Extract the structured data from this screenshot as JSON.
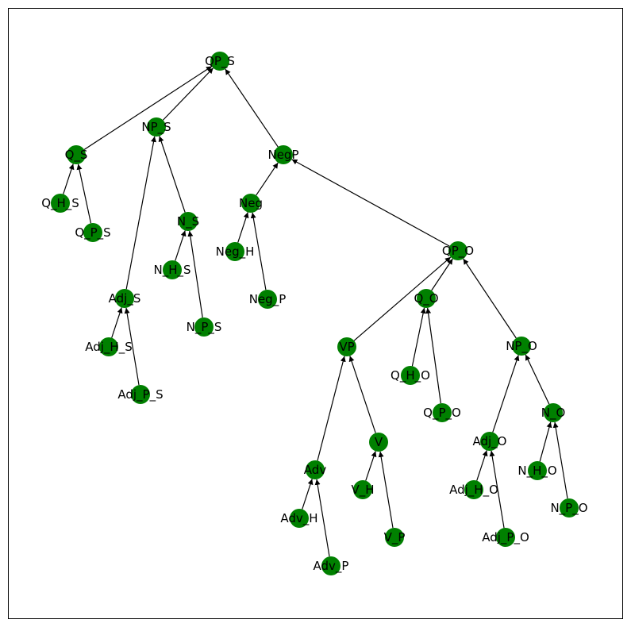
{
  "colors": {
    "node": "#008000",
    "edge": "#000000",
    "frame": "#000000",
    "background": "#ffffff"
  },
  "nodes": [
    {
      "id": "QP_S",
      "label": "QP_S"
    },
    {
      "id": "NP_S",
      "label": "NP_S"
    },
    {
      "id": "Q_S",
      "label": "Q_S"
    },
    {
      "id": "NegP",
      "label": "NegP"
    },
    {
      "id": "Q_H_S",
      "label": "Q_H_S"
    },
    {
      "id": "Q_P_S",
      "label": "Q_P_S"
    },
    {
      "id": "Neg",
      "label": "Neg"
    },
    {
      "id": "N_S",
      "label": "N_S"
    },
    {
      "id": "Neg_H",
      "label": "Neg_H"
    },
    {
      "id": "QP_O",
      "label": "QP_O"
    },
    {
      "id": "N_H_S",
      "label": "N_H_S"
    },
    {
      "id": "Adj_S",
      "label": "Adj_S"
    },
    {
      "id": "Neg_P",
      "label": "Neg_P"
    },
    {
      "id": "Q_O",
      "label": "Q_O"
    },
    {
      "id": "N_P_S",
      "label": "N_P_S"
    },
    {
      "id": "Adj_H_S",
      "label": "Adj_H_S"
    },
    {
      "id": "VP",
      "label": "VP"
    },
    {
      "id": "NP_O",
      "label": "NP_O"
    },
    {
      "id": "Q_H_O",
      "label": "Q_H_O"
    },
    {
      "id": "Adj_P_S",
      "label": "Adj_P_S"
    },
    {
      "id": "Q_P_O",
      "label": "Q_P_O"
    },
    {
      "id": "N_O",
      "label": "N_O"
    },
    {
      "id": "Adj_O",
      "label": "Adj_O"
    },
    {
      "id": "V",
      "label": "V"
    },
    {
      "id": "Adv",
      "label": "Adv"
    },
    {
      "id": "N_H_O",
      "label": "N_H_O"
    },
    {
      "id": "Adj_H_O",
      "label": "Adj_H_O"
    },
    {
      "id": "V_H",
      "label": "V_H"
    },
    {
      "id": "N_P_O",
      "label": "N_P_O"
    },
    {
      "id": "Adv_H",
      "label": "Adv_H"
    },
    {
      "id": "V_P",
      "label": "V_P"
    },
    {
      "id": "Adj_P_O",
      "label": "Adj_P_O"
    },
    {
      "id": "Adv_P",
      "label": "Adv_P"
    }
  ],
  "edges": [
    {
      "from": "Q_S",
      "to": "QP_S"
    },
    {
      "from": "NP_S",
      "to": "QP_S"
    },
    {
      "from": "NegP",
      "to": "QP_S"
    },
    {
      "from": "Q_H_S",
      "to": "Q_S"
    },
    {
      "from": "Q_P_S",
      "to": "Q_S"
    },
    {
      "from": "N_S",
      "to": "NP_S"
    },
    {
      "from": "Adj_S",
      "to": "NP_S"
    },
    {
      "from": "Neg",
      "to": "NegP"
    },
    {
      "from": "QP_O",
      "to": "NegP"
    },
    {
      "from": "Neg_H",
      "to": "Neg"
    },
    {
      "from": "Neg_P",
      "to": "Neg"
    },
    {
      "from": "N_H_S",
      "to": "N_S"
    },
    {
      "from": "N_P_S",
      "to": "N_S"
    },
    {
      "from": "Adj_H_S",
      "to": "Adj_S"
    },
    {
      "from": "Adj_P_S",
      "to": "Adj_S"
    },
    {
      "from": "VP",
      "to": "QP_O"
    },
    {
      "from": "Q_O",
      "to": "QP_O"
    },
    {
      "from": "NP_O",
      "to": "QP_O"
    },
    {
      "from": "Q_H_O",
      "to": "Q_O"
    },
    {
      "from": "Q_P_O",
      "to": "Q_O"
    },
    {
      "from": "Adv",
      "to": "VP"
    },
    {
      "from": "V",
      "to": "VP"
    },
    {
      "from": "Adj_O",
      "to": "NP_O"
    },
    {
      "from": "N_O",
      "to": "NP_O"
    },
    {
      "from": "N_H_O",
      "to": "N_O"
    },
    {
      "from": "N_P_O",
      "to": "N_O"
    },
    {
      "from": "Adj_H_O",
      "to": "Adj_O"
    },
    {
      "from": "Adj_P_O",
      "to": "Adj_O"
    },
    {
      "from": "V_H",
      "to": "V"
    },
    {
      "from": "V_P",
      "to": "V"
    },
    {
      "from": "Adv_H",
      "to": "Adv"
    },
    {
      "from": "Adv_P",
      "to": "Adv"
    }
  ]
}
